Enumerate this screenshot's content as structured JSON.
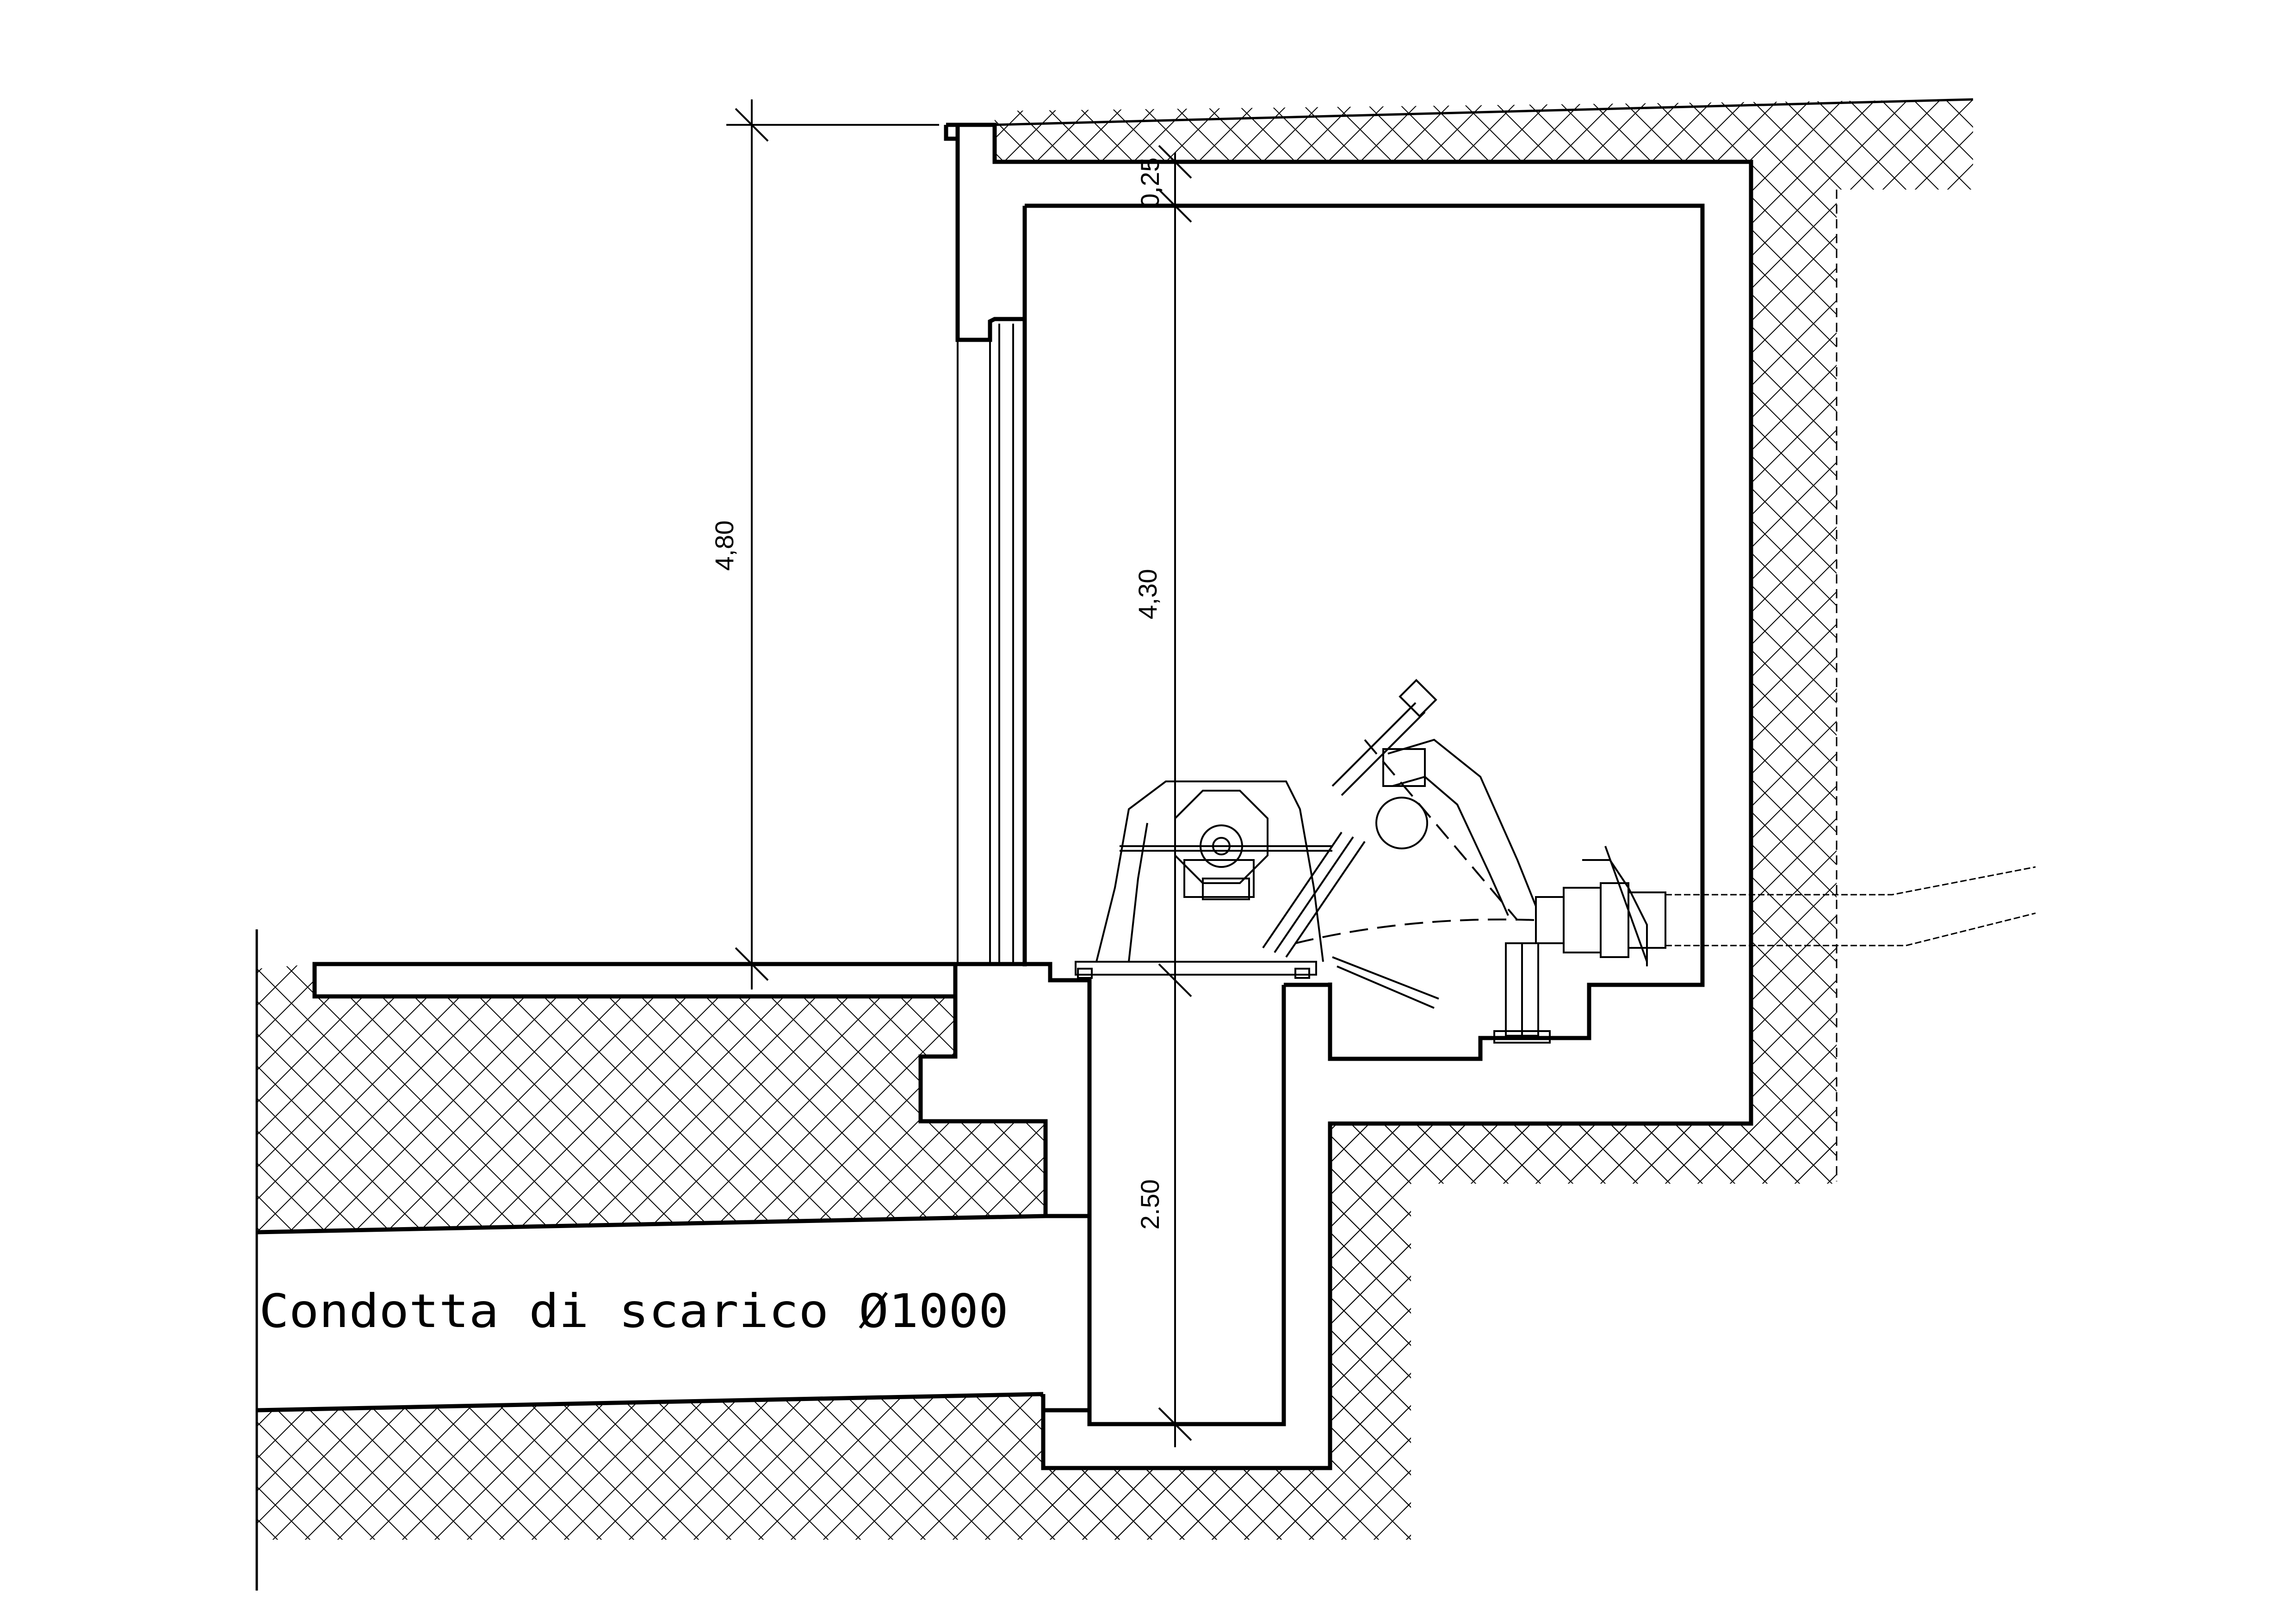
{
  "labels": {
    "discharge_pipe": "Condotta di scarico Ø1000"
  },
  "dimensions": {
    "total_height": "4,80",
    "room_height": "4,30",
    "slab_thickness": "0,25",
    "pit_depth": "2.50"
  },
  "colors": {
    "line": "#000000",
    "background": "#ffffff"
  }
}
